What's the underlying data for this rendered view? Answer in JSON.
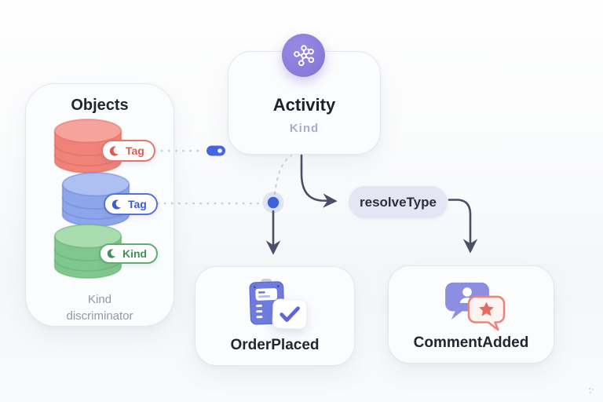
{
  "objects_panel": {
    "title": "Objects",
    "caption_line1": "Kind",
    "caption_line2": "discriminator",
    "cylinders": [
      {
        "color_name": "red",
        "badge": "Tag"
      },
      {
        "color_name": "blue",
        "badge": "Tag"
      },
      {
        "color_name": "green",
        "badge": "Kind"
      }
    ]
  },
  "activity_card": {
    "title": "Activity",
    "subtitle": "Kind"
  },
  "resolve_pill": {
    "label": "resolveType"
  },
  "event_cards": [
    {
      "label": "OrderPlaced"
    },
    {
      "label": "CommentAdded"
    }
  ],
  "colors": {
    "purple_accent": "#8678d9",
    "indigo_icon": "#6f7cde",
    "blue_connector": "#4466e3",
    "red_cylinder": "#ef837a",
    "blue_cylinder": "#8da5ea",
    "green_cylinder": "#80c78e",
    "coral_star": "#e8695e",
    "arrow": "#4b5068",
    "pill_bg": "#e4e6f4"
  }
}
